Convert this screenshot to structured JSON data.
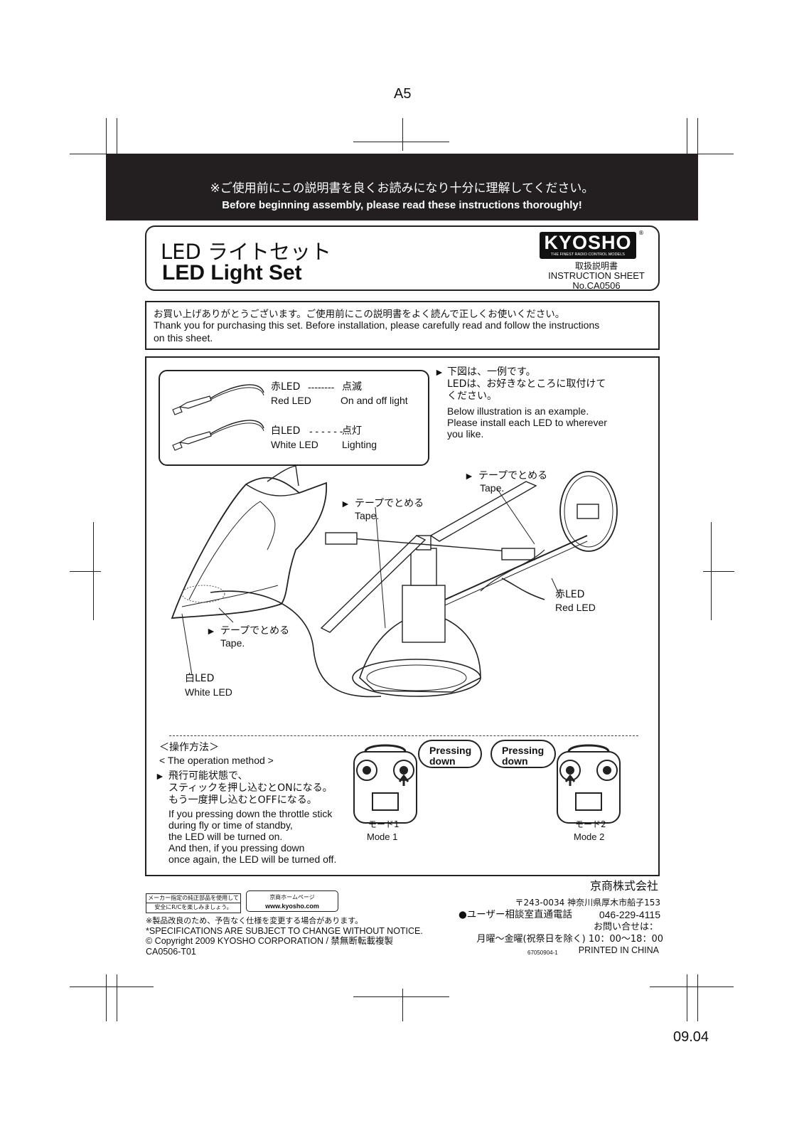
{
  "page_label": "A5",
  "banner": {
    "jp": "※ご使用前にこの説明書を良くお読みになり十分に理解してください。",
    "en": "Before beginning assembly, please read these instructions thoroughly!"
  },
  "title": {
    "jp": "LED ライトセット",
    "en": "LED Light Set"
  },
  "logo": {
    "name": "KYOSHO",
    "tagline": "THE FINEST RADIO CONTROL MODELS",
    "registered": "®"
  },
  "sheet": {
    "jp": "取扱説明書",
    "en": "INSTRUCTION SHEET",
    "number": "No.CA0506"
  },
  "thanks": {
    "jp": "お買い上げありがとうございます。ご使用前にこの説明書をよく読んで正しくお使いください。",
    "en_line1": "Thank you for purchasing this set. Before installation, please carefully read and follow the instructions",
    "en_line2": "on this sheet."
  },
  "led_parts": {
    "red": {
      "jp": "赤LED",
      "en": "Red LED",
      "action_jp": "点滅",
      "action_en": "On and off light"
    },
    "white": {
      "jp": "白LED",
      "en": "White LED",
      "action_jp": "点灯",
      "action_en": "Lighting"
    }
  },
  "example_note": {
    "jp_line1": "下図は、一例です。",
    "jp_line2": "LEDは、お好きなところに取付けて",
    "jp_line3": "ください。",
    "en_line1": "Below illustration is an example.",
    "en_line2": "Please install each LED to wherever",
    "en_line3": "you like."
  },
  "diagram": {
    "tape_jp": "テープでとめる",
    "tape_en": "Tape.",
    "red_led_jp": "赤LED",
    "red_led_en": "Red LED",
    "white_led_jp": "白LED",
    "white_led_en": "White LED"
  },
  "operation": {
    "heading_jp": "＜操作方法＞",
    "heading_en": "< The operation method >",
    "jp_line1": "飛行可能状態で、",
    "jp_line2": "スティックを押し込むとONになる。",
    "jp_line3": "もう一度押し込むとOFFになる。",
    "en_line1": "If you pressing down the throttle stick",
    "en_line2": "during fly or time of standby,",
    "en_line3": "the LED will be turned on.",
    "en_line4": "And then, if you pressing down",
    "en_line5": "once again, the LED will be turned off.",
    "pressing_line1": "Pressing",
    "pressing_line2": "down",
    "mode1_jp": "モード1",
    "mode1_en": "Mode 1",
    "mode2_jp": "モード2",
    "mode2_en": "Mode 2"
  },
  "footer": {
    "badge_line1": "メーカー指定の純正部品を使用して",
    "badge_line2": "安全にR/Cを楽しみましょう。",
    "homepage_label": "京商ホームページ",
    "homepage_url": "www.kyosho.com",
    "notice_jp": "※製品改良のため、予告なく仕様を変更する場合があります。",
    "notice_en": "*SPECIFICATIONS ARE SUBJECT TO CHANGE WITHOUT NOTICE.",
    "copyright": "© Copyright 2009 KYOSHO CORPORATION / 禁無断転載複製",
    "code": "CA0506-T01",
    "company": "京商株式会社",
    "address": "〒243-0034  神奈川県厚木市船子153",
    "phone_label": "●ユーザー相談室直通電話",
    "phone": "046-229-4115",
    "inquiry": "お問い合せは：",
    "hours": "月曜〜金曜(祝祭日を除く)  10：00〜18：00",
    "print_code": "67050904-1",
    "printed": "PRINTED IN CHINA"
  },
  "date_code": "09.04"
}
